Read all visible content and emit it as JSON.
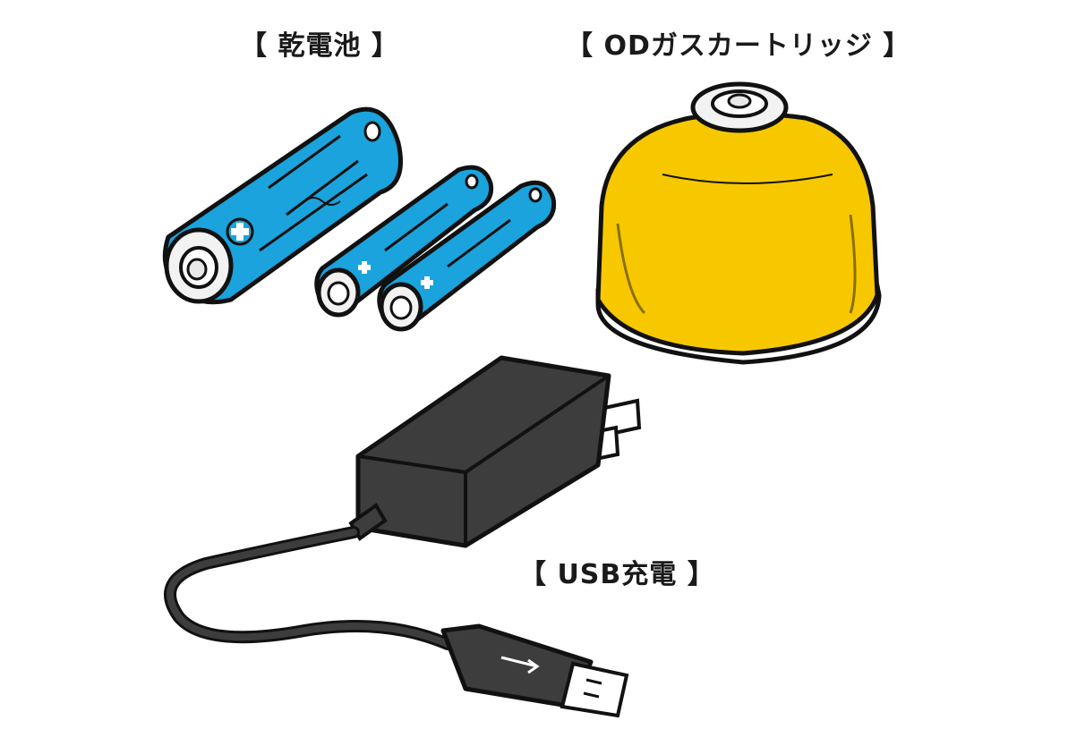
{
  "labels": {
    "batteries": "【 乾電池 】",
    "gas_cartridge": "【 ODガスカートリッジ 】",
    "usb_charge": "【 USB充電 】"
  },
  "colors": {
    "battery_blue": "#1aa3dc",
    "gas_yellow": "#f7c800",
    "adapter_gray": "#3d3d3d",
    "outline": "#111111"
  },
  "icons": {
    "batteries": "battery-icon",
    "gas": "gas-cartridge-icon",
    "usb": "usb-adapter-icon"
  }
}
